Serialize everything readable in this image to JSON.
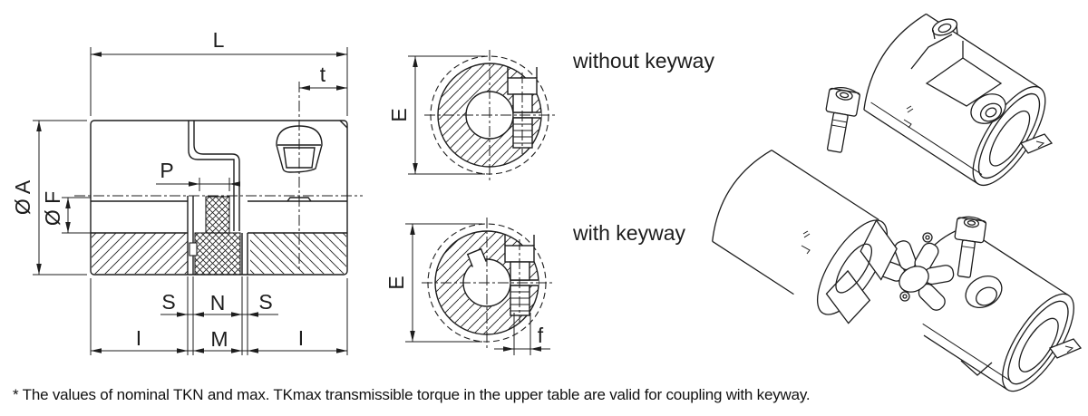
{
  "figure_title": "jaw-coupling dimensional drawing",
  "labels": {
    "L": "L",
    "t": "t",
    "P": "P",
    "diaA": "Ø A",
    "diaF": "Ø F",
    "S1": "S",
    "N": "N",
    "S2": "S",
    "I1": "I",
    "M": "M",
    "I2": "I",
    "E1": "E",
    "E2": "E",
    "f": "f"
  },
  "captions": {
    "without_keyway": "without keyway",
    "with_keyway": "with keyway"
  },
  "footnote": "* The values of nominal TKN and max. TKmax transmissible torque in the upper table are valid for coupling with keyway.",
  "colors": {
    "line": "#1d1d1d",
    "background": "#ffffff"
  }
}
